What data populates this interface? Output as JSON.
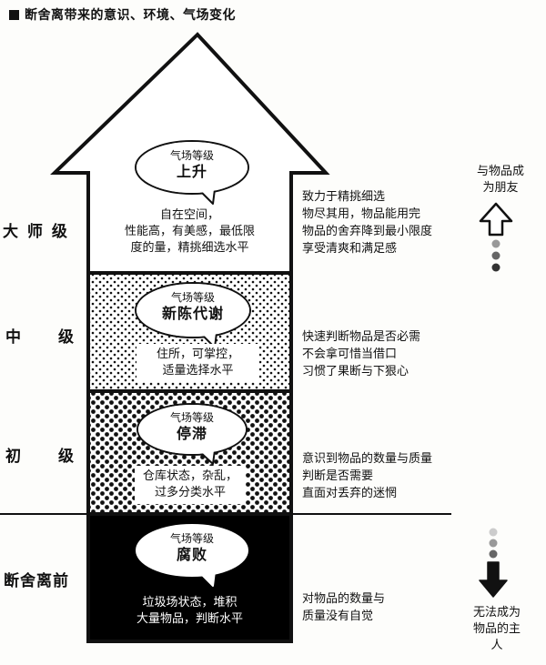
{
  "title": "断舍离带来的意识、环境、气场变化",
  "levels": {
    "master": "大 师 级",
    "mid_1": "中",
    "mid_2": "级",
    "beginner_1": "初",
    "beginner_2": "级",
    "before": "断舍离前"
  },
  "stages": [
    {
      "bubble_small": "气场等级",
      "bubble_big": "上升",
      "inner": [
        "自在空间，",
        "性能高，有美感，最低限",
        "度的量，精挑细选水平"
      ],
      "desc": [
        "致力于精挑细选",
        "物尽其用，物品能用完",
        "物品的舍弃降到最小限度",
        "享受清爽和满足感"
      ]
    },
    {
      "bubble_small": "气场等级",
      "bubble_big": "新陈代谢",
      "inner": [
        "住所，可掌控，",
        "适量选择水平"
      ],
      "desc": [
        "快速判断物品是否必需",
        "不会拿可惜当借口",
        "习惯了果断与下狠心"
      ]
    },
    {
      "bubble_small": "气场等级",
      "bubble_big": "停滞",
      "inner": [
        "仓库状态，杂乱，",
        "过多分类水平"
      ],
      "desc": [
        "意识到物品的数量与质量",
        "判断是否需要",
        "直面对丢弃的迷惘"
      ]
    },
    {
      "bubble_small": "气场等级",
      "bubble_big": "腐败",
      "inner": [
        "垃圾场状态，堆积",
        "大量物品，判断水平"
      ],
      "desc": [
        "对物品的数量与",
        "质量没有自觉"
      ]
    }
  ],
  "right_top": [
    "与物品成",
    "为朋友"
  ],
  "right_bottom": [
    "无法成为",
    "物品的主",
    "人"
  ],
  "icons": [
    "up-arrow-icon",
    "down-arrow-icon",
    "dot-icon"
  ]
}
